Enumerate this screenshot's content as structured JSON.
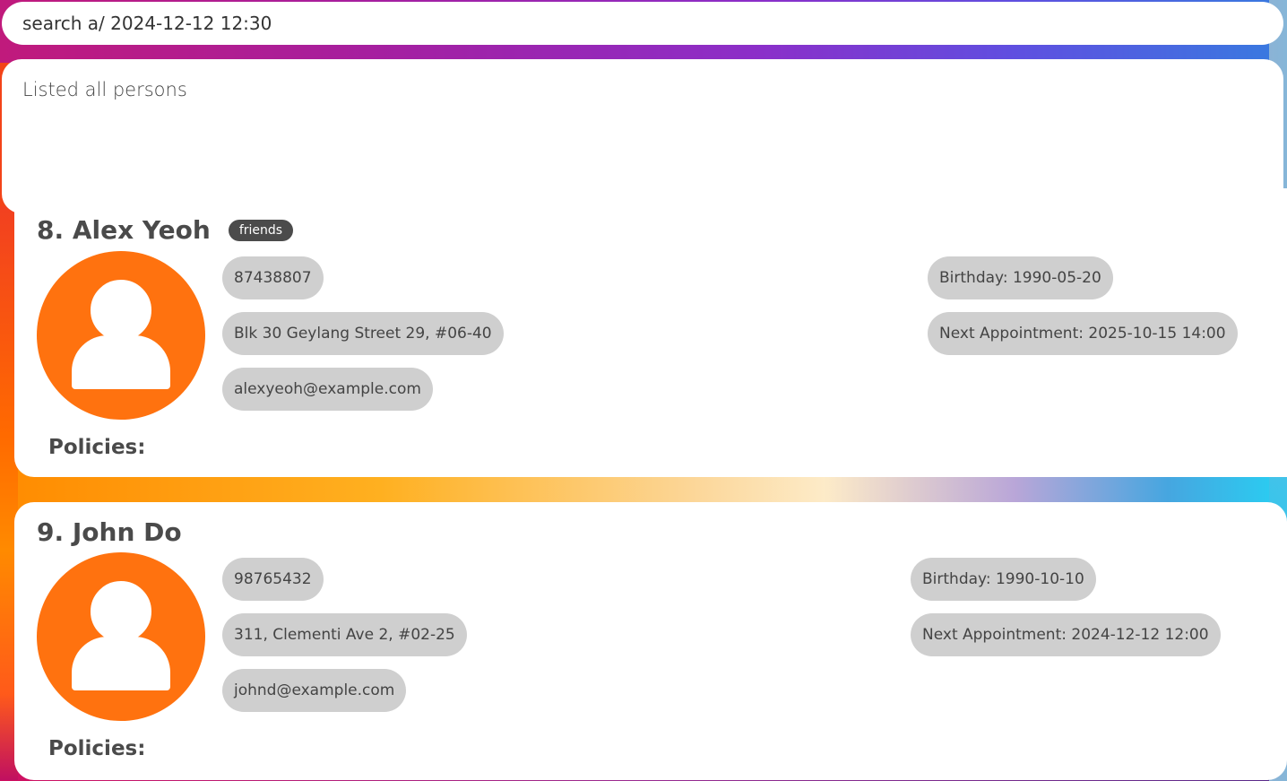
{
  "command": {
    "value": "search a/ 2024-12-12 12:30"
  },
  "result": {
    "message": "Listed all persons"
  },
  "persons": [
    {
      "index_name": "8. Alex Yeoh",
      "tag": "friends",
      "phone": "87438807",
      "address": "Blk 30 Geylang Street 29, #06-40",
      "email": "alexyeoh@example.com",
      "birthday": "Birthday: 1990-05-20",
      "appointment": "Next Appointment: 2025-10-15 14:00",
      "policies_label": "Policies:"
    },
    {
      "index_name": "9. John Do",
      "phone": "98765432",
      "address": "311, Clementi Ave 2, #02-25",
      "email": "johnd@example.com",
      "birthday": "Birthday: 1990-10-10",
      "appointment": "Next Appointment: 2024-12-12 12:00",
      "policies_label": "Policies:"
    }
  ],
  "colors": {
    "avatar": "#ff720f",
    "pill": "#cfcfcf",
    "tag": "#4b4b4b"
  },
  "icons": {
    "avatar": "person-avatar-icon"
  }
}
